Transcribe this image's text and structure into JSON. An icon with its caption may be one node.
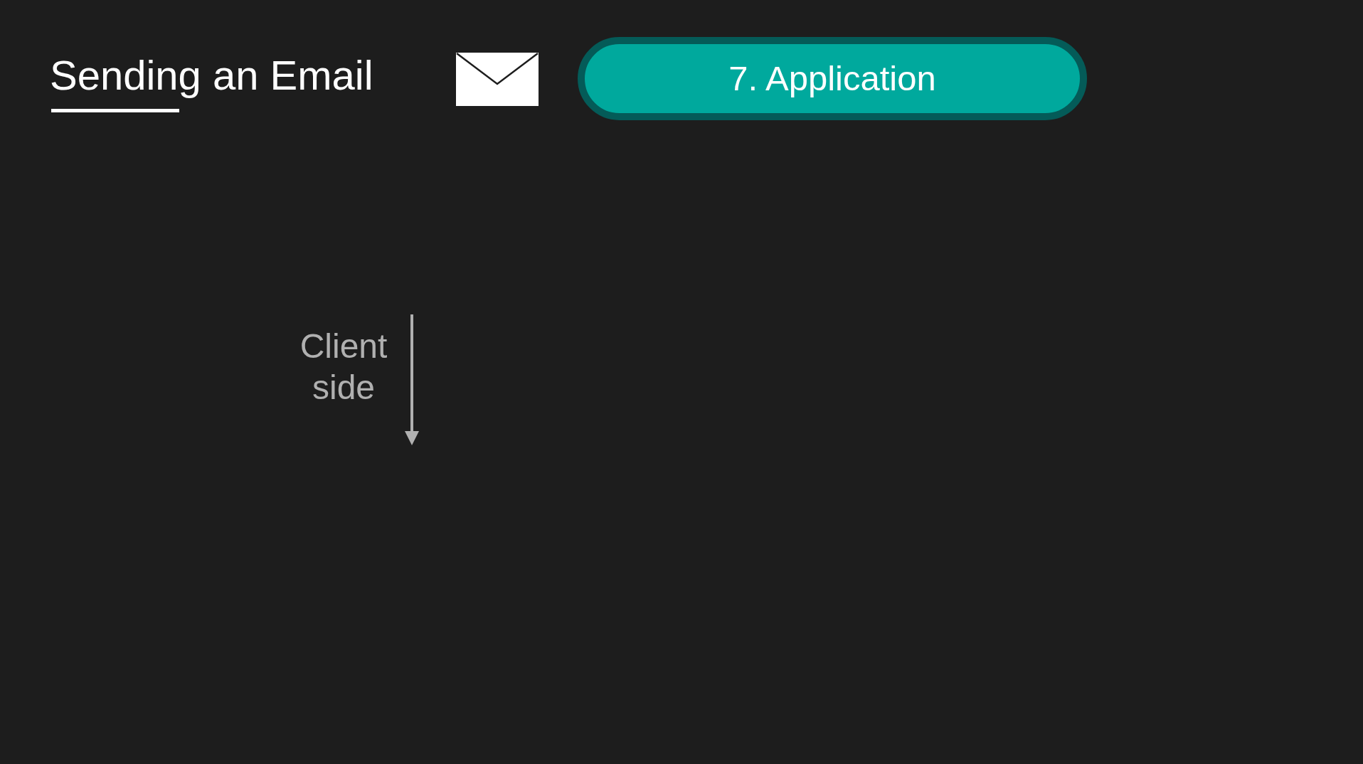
{
  "diagram": {
    "title": "Sending an Email",
    "nodes": [
      {
        "text": [
          "7. Application"
        ]
      }
    ],
    "labels": [
      "Client side"
    ]
  }
}
